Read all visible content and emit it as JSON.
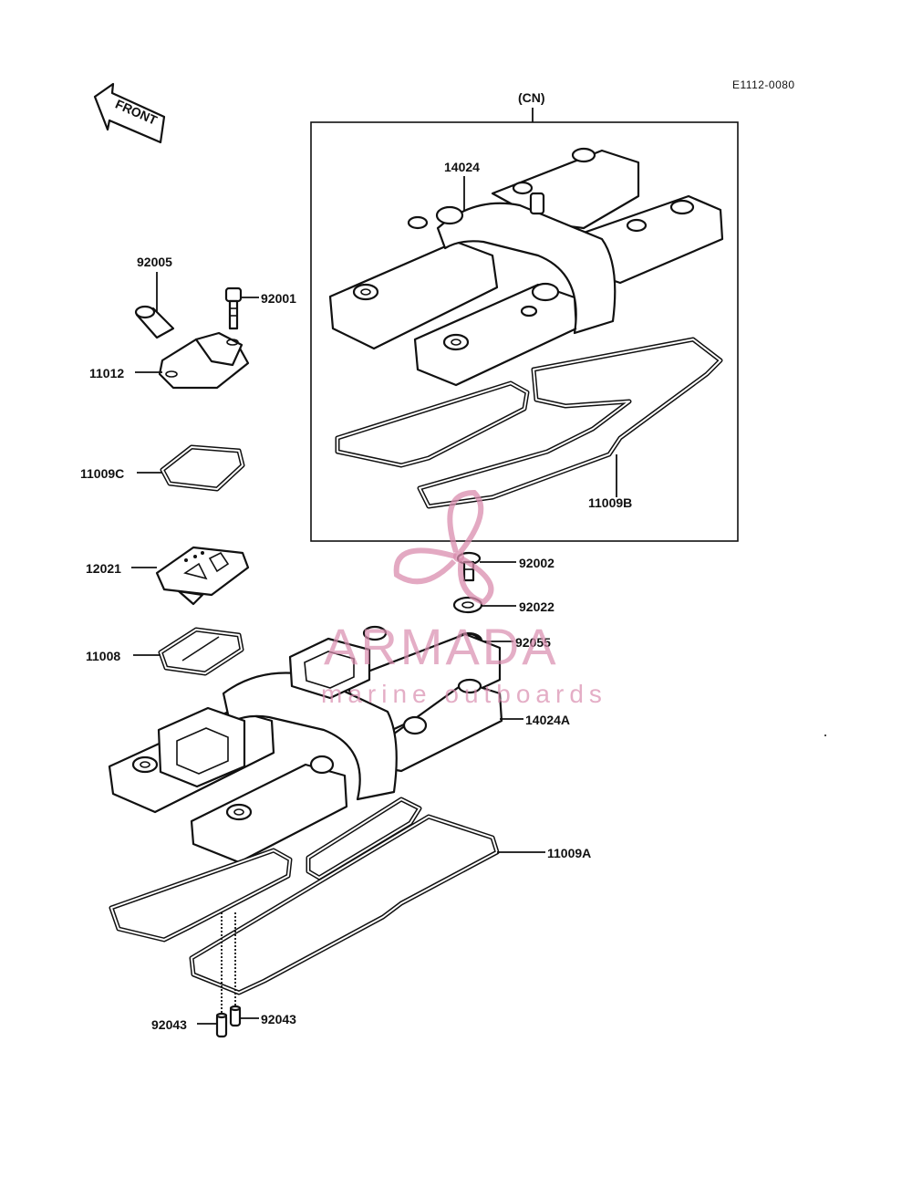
{
  "diagram_code": "E1112-0080",
  "front_label": "FRONT",
  "region_label": "(CN)",
  "parts": {
    "p14024": "14024",
    "p92005": "92005",
    "p92001": "92001",
    "p11012": "11012",
    "p11009C": "11009C",
    "p11009B": "11009B",
    "p12021": "12021",
    "p92002": "92002",
    "p92022": "92022",
    "p11008": "11008",
    "p92055": "92055",
    "p14024A": "14024A",
    "p11009A": "11009A",
    "p92043_left": "92043",
    "p92043_right": "92043"
  },
  "watermark": {
    "brand": "ARMADA",
    "tagline": "marine outboards",
    "color": "#d98cae"
  }
}
